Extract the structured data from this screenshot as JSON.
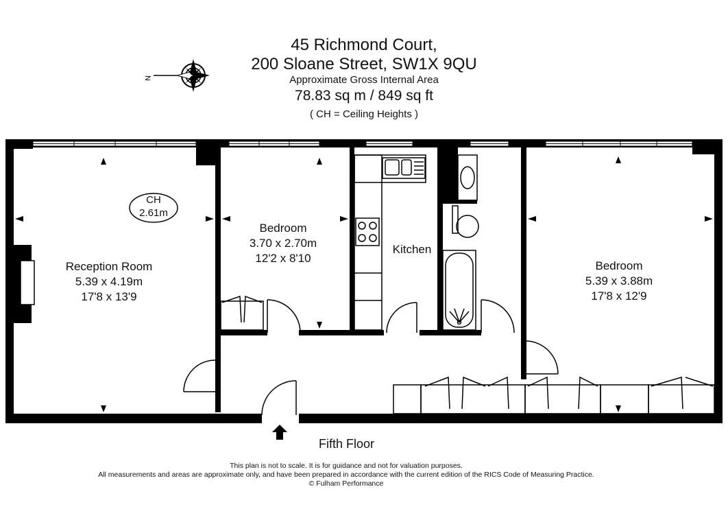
{
  "header": {
    "address_line1": "45 Richmond Court,",
    "address_line2": "200 Sloane Street, SW1X 9QU",
    "area_label": "Approximate Gross Internal Area",
    "area_value": "78.83 sq m  /  849 sq ft",
    "ceiling_note": "( CH = Ceiling Heights )"
  },
  "compass": {
    "direction_letter": "N",
    "icon": "compass-rose-icon"
  },
  "ceiling_height": {
    "label": "CH",
    "value": "2.61m"
  },
  "rooms": {
    "reception": {
      "name": "Reception Room",
      "metric": "5.39 x 4.19m",
      "imperial": "17'8 x 13'9"
    },
    "bedroom1": {
      "name": "Bedroom",
      "metric": "3.70 x 2.70m",
      "imperial": "12'2 x 8'10"
    },
    "kitchen": {
      "name": "Kitchen"
    },
    "bedroom2": {
      "name": "Bedroom",
      "metric": "5.39 x 3.88m",
      "imperial": "17'8 x 12'9"
    }
  },
  "floor_label": "Fifth Floor",
  "footer": {
    "line1": "This plan is not to scale. It is for guidance and not for valuation purposes.",
    "line2": "All measurements and areas are approximate only, and have been prepared in accordance with the current edition of the RICS Code of Measuring Practice.",
    "line3": "© Fulham Performance"
  },
  "colors": {
    "wall": "#000000",
    "line": "#222222",
    "background": "#ffffff"
  }
}
